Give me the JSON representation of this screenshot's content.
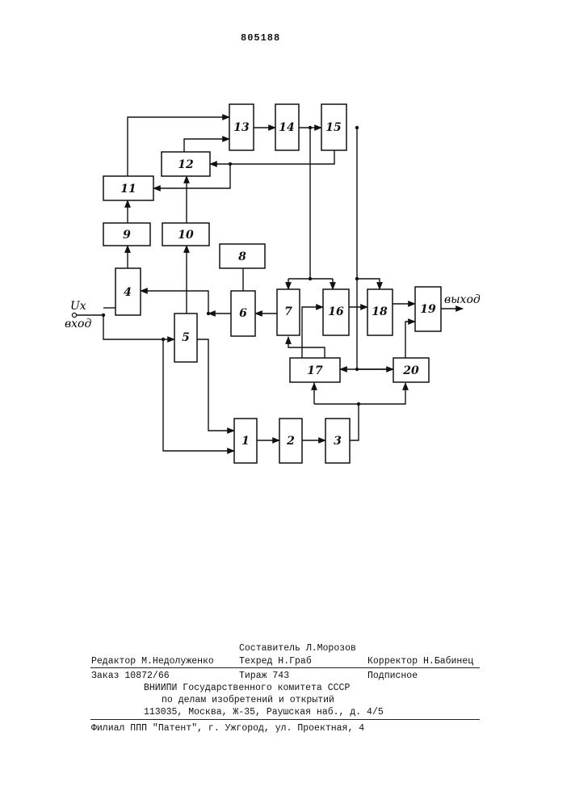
{
  "patent_number": "805188",
  "diagram": {
    "input_symbol": "Uх",
    "input_label": "вход",
    "output_label": "выход",
    "blocks": [
      "1",
      "2",
      "3",
      "4",
      "5",
      "6",
      "7",
      "8",
      "9",
      "10",
      "11",
      "12",
      "13",
      "14",
      "15",
      "16",
      "17",
      "18",
      "19",
      "20"
    ]
  },
  "footer": {
    "compiler": "Составитель Л.Морозов",
    "editor": "Редактор М.Недолуженко",
    "techeditor": "Техред Н.Граб",
    "corrector": "Корректор Н.Бабинец",
    "order": "Заказ 10872/66",
    "circulation": "Тираж 743",
    "subscription": "Подписное",
    "org_line1": "ВНИИПИ Государственного комитета СССР",
    "org_line2": "по делам изобретений и открытий",
    "org_line3": "113035, Москва, Ж-35, Раушская наб., д. 4/5",
    "branch": "Филиал ППП \"Патент\", г. Ужгород, ул. Проектная, 4"
  }
}
